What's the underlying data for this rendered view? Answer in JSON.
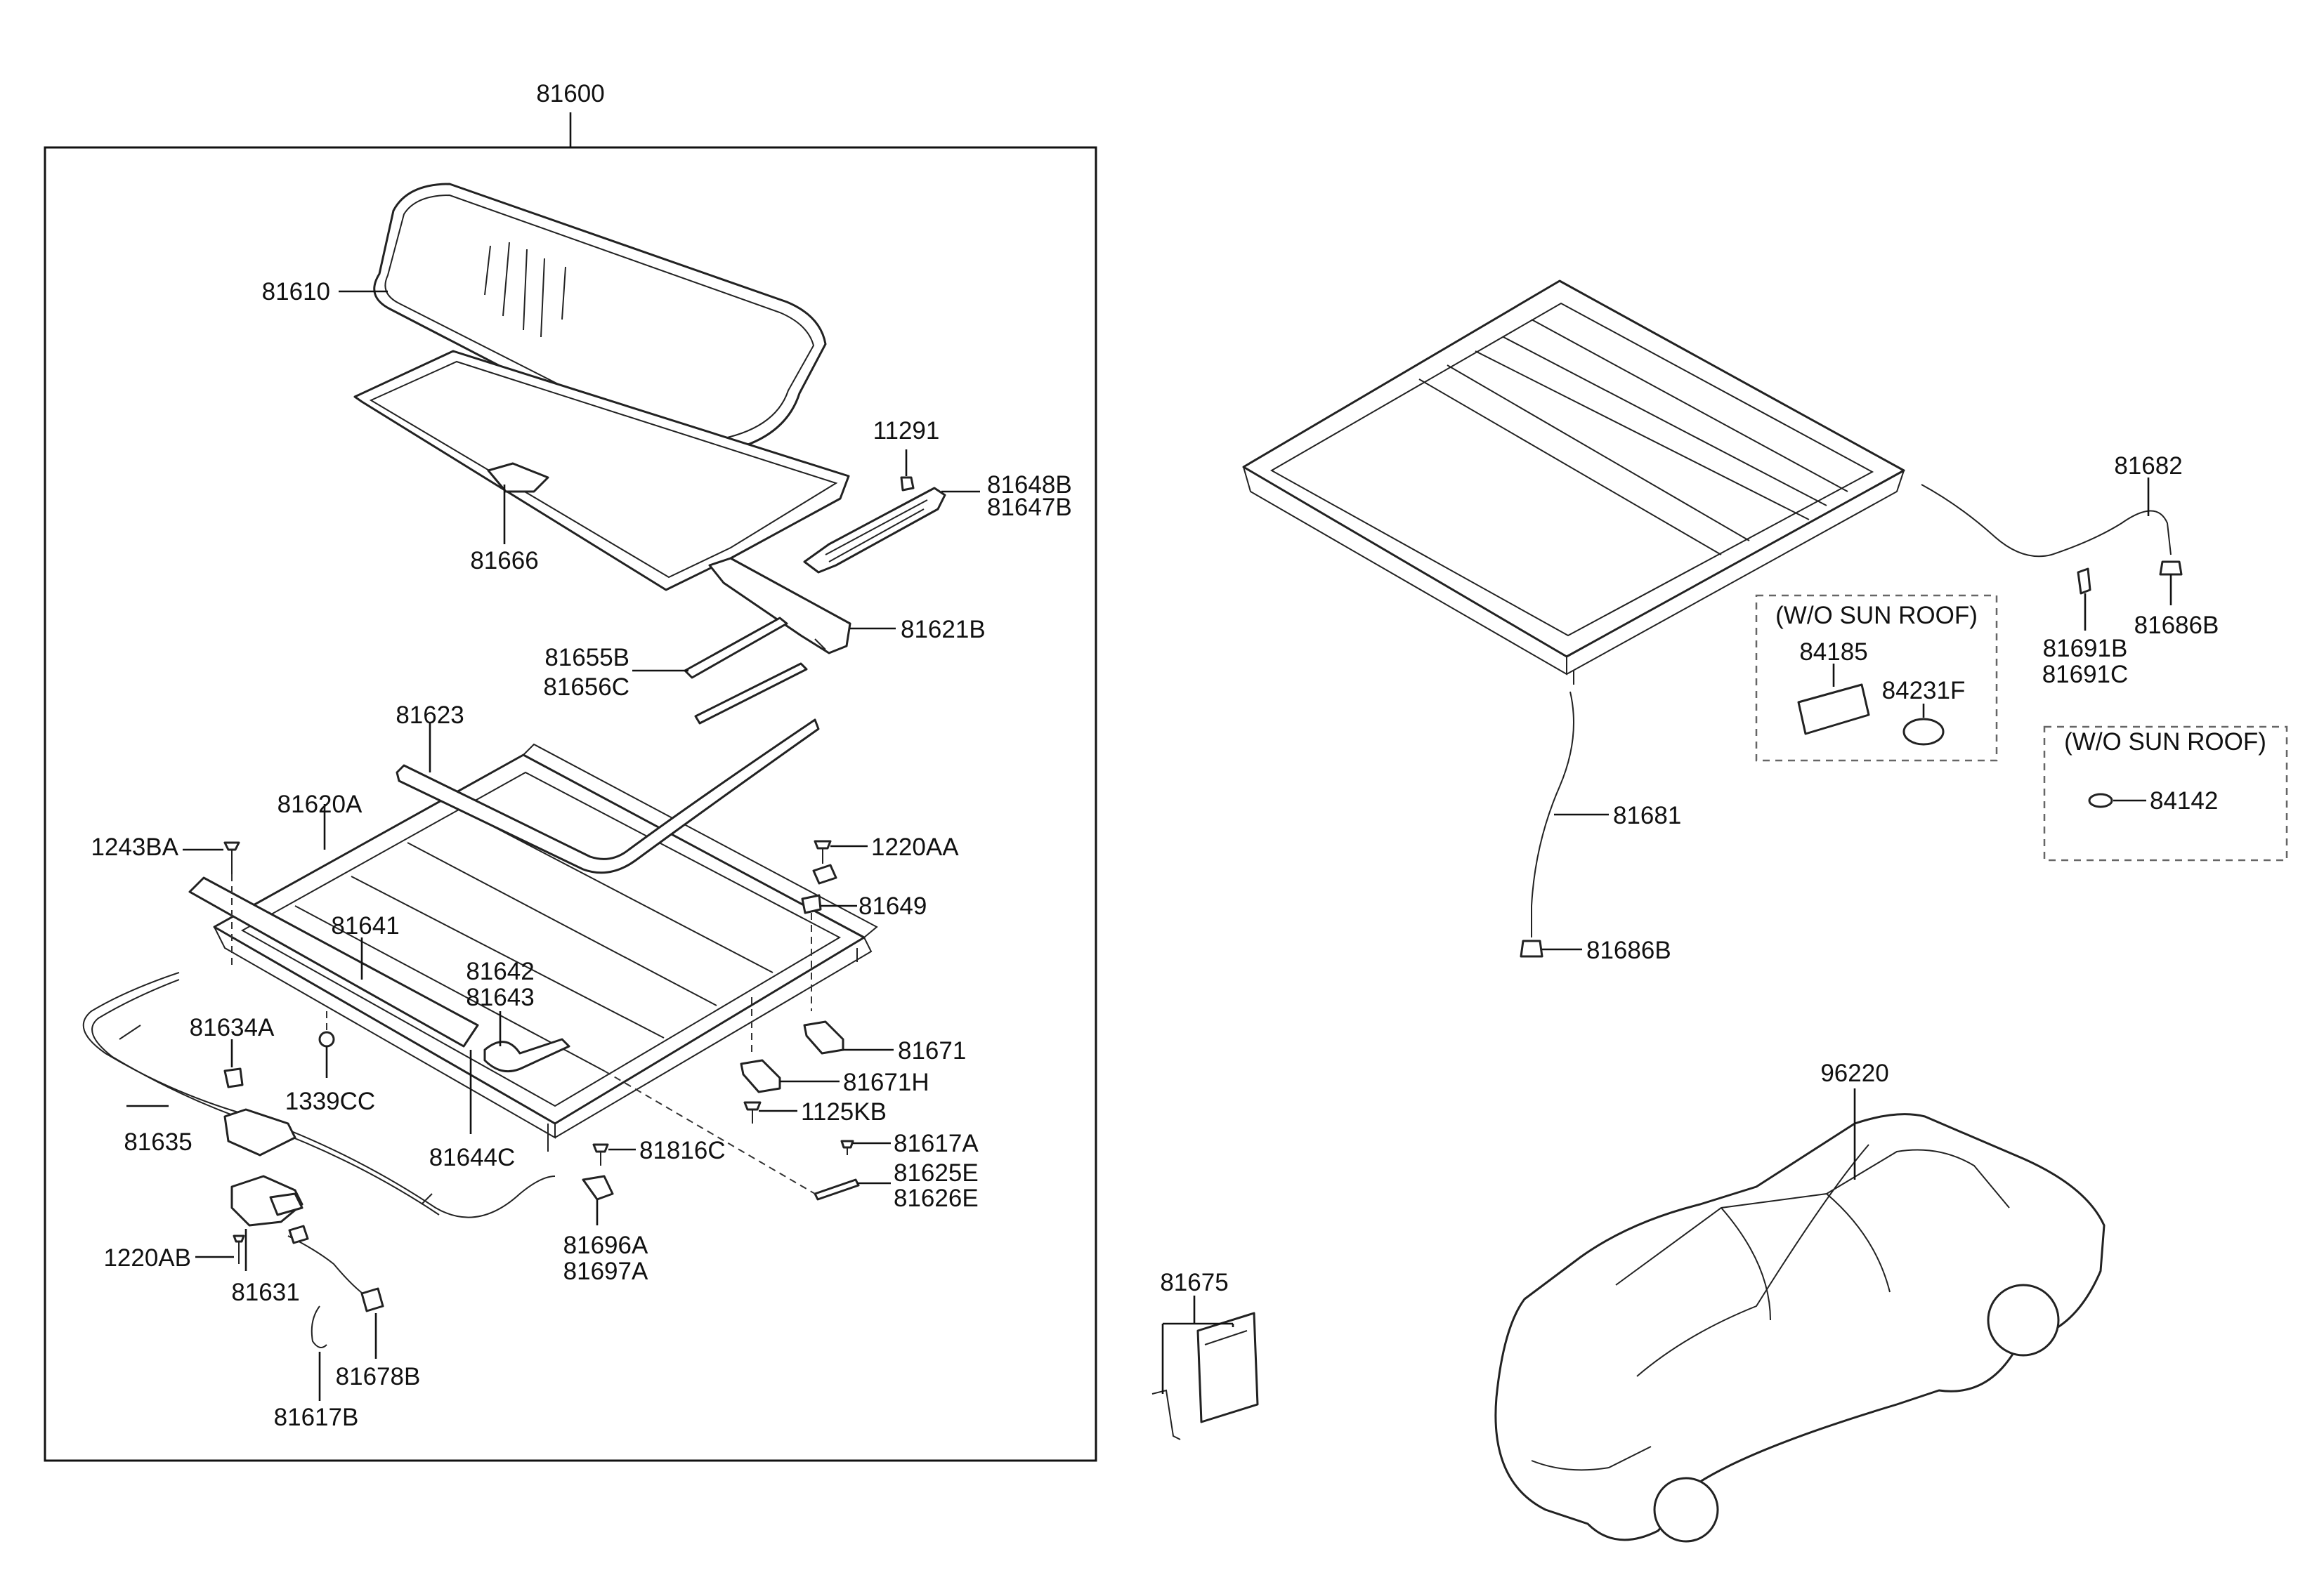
{
  "labels": {
    "p81600": "81600",
    "p81610": "81610",
    "p81666": "81666",
    "p11291": "11291",
    "p81648B": "81648B",
    "p81647B": "81647B",
    "p81621B": "81621B",
    "p81655B": "81655B",
    "p81656C": "81656C",
    "p81623": "81623",
    "p81620A": "81620A",
    "p1243BA": "1243BA",
    "p1220AA": "1220AA",
    "p81649": "81649",
    "p81641": "81641",
    "p81642": "81642",
    "p81643": "81643",
    "p81634A": "81634A",
    "p1339CC": "1339CC",
    "p81671": "81671",
    "p81671H": "81671H",
    "p1125KB": "1125KB",
    "p81635": "81635",
    "p81644C": "81644C",
    "p81816C": "81816C",
    "p81617A": "81617A",
    "p81625E": "81625E",
    "p81626E": "81626E",
    "p81696A": "81696A",
    "p81697A": "81697A",
    "p1220AB": "1220AB",
    "p81631": "81631",
    "p81678B": "81678B",
    "p81617B": "81617B",
    "p81682": "81682",
    "p81686B_top": "81686B",
    "p81691B": "81691B",
    "p81691C": "81691C",
    "wo_sun_roof_1": "(W/O SUN ROOF)",
    "p84185": "84185",
    "p84231F": "84231F",
    "wo_sun_roof_2": "(W/O SUN ROOF)",
    "p84142": "84142",
    "p81681": "81681",
    "p81686B_bottom": "81686B",
    "p96220": "96220",
    "p81675": "81675"
  }
}
